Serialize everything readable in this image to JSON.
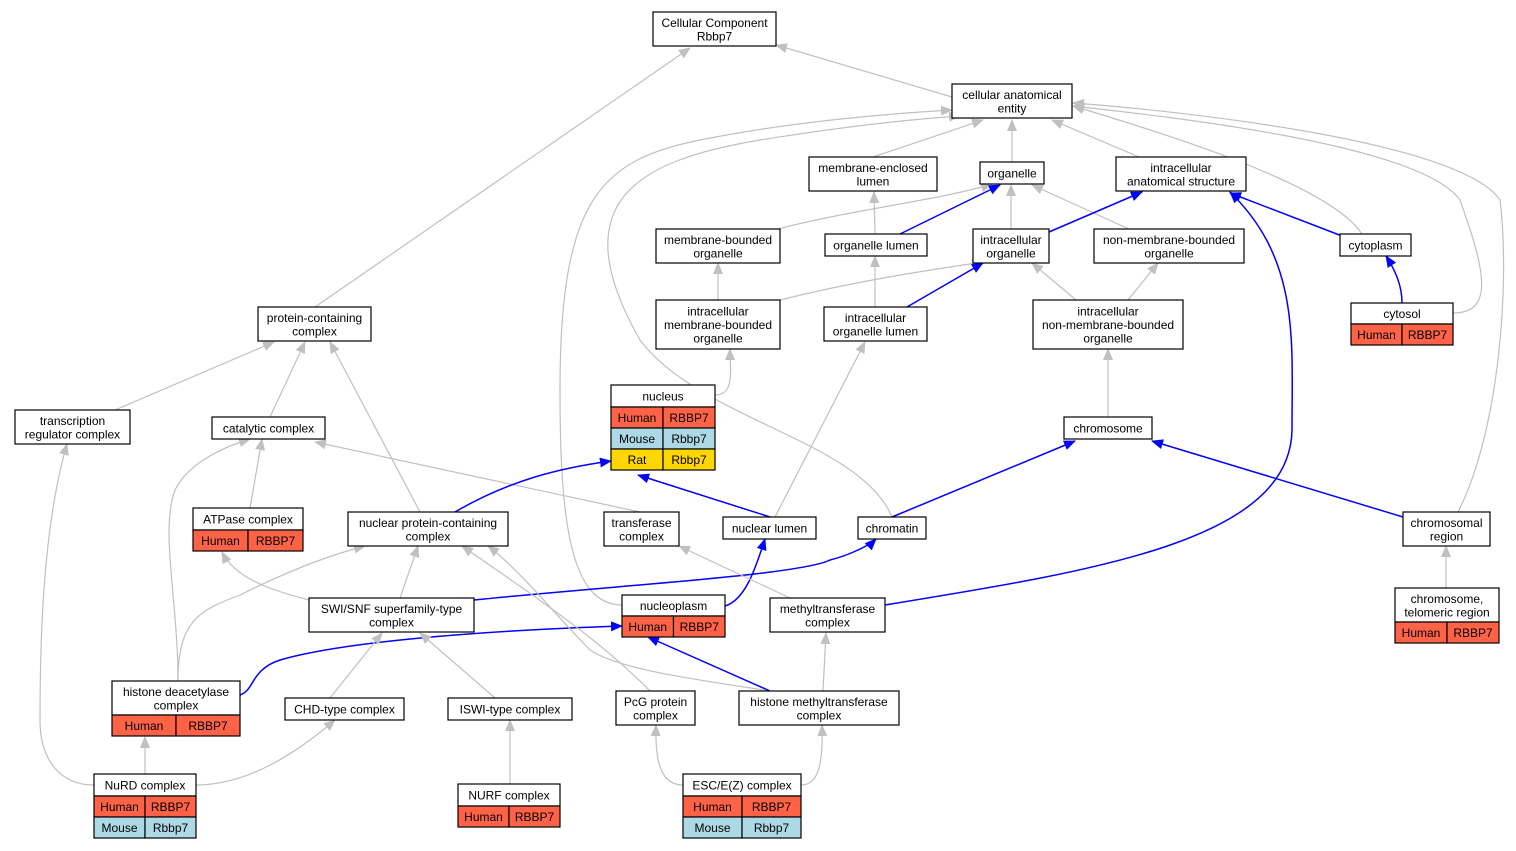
{
  "colors": {
    "edge_gray": "#c0c0c0",
    "edge_blue": "#0000ff",
    "human": "#ff6347",
    "mouse": "#add8e6",
    "rat": "#ffd700",
    "node_border": "#000000",
    "node_fill": "#ffffff"
  },
  "nodes": [
    {
      "id": "cc",
      "lines": [
        "Cellular Component",
        "Rbbp7"
      ]
    },
    {
      "id": "cae",
      "lines": [
        "cellular anatomical",
        "entity"
      ]
    },
    {
      "id": "mel",
      "lines": [
        "membrane-enclosed",
        "lumen"
      ]
    },
    {
      "id": "org",
      "lines": [
        "organelle"
      ]
    },
    {
      "id": "ias",
      "lines": [
        "intracellular",
        "anatomical structure"
      ]
    },
    {
      "id": "mbo",
      "lines": [
        "membrane-bounded",
        "organelle"
      ]
    },
    {
      "id": "ol",
      "lines": [
        "organelle lumen"
      ]
    },
    {
      "id": "io",
      "lines": [
        "intracellular",
        "organelle"
      ]
    },
    {
      "id": "nmbo",
      "lines": [
        "non-membrane-bounded",
        "organelle"
      ]
    },
    {
      "id": "cyto",
      "lines": [
        "cytoplasm"
      ]
    },
    {
      "id": "pcc",
      "lines": [
        "protein-containing",
        "complex"
      ]
    },
    {
      "id": "imbo",
      "lines": [
        "intracellular",
        "membrane-bounded",
        "organelle"
      ]
    },
    {
      "id": "iol",
      "lines": [
        "intracellular",
        "organelle lumen"
      ]
    },
    {
      "id": "inmbo",
      "lines": [
        "intracellular",
        "non-membrane-bounded",
        "organelle"
      ]
    },
    {
      "id": "cytosol",
      "lines": [
        "cytosol"
      ],
      "rows": [
        [
          "Human",
          "RBBP7"
        ]
      ]
    },
    {
      "id": "trc",
      "lines": [
        "transcription",
        "regulator complex"
      ]
    },
    {
      "id": "catc",
      "lines": [
        "catalytic complex"
      ]
    },
    {
      "id": "nucleus",
      "lines": [
        "nucleus"
      ],
      "rows": [
        [
          "Human",
          "RBBP7"
        ],
        [
          "Mouse",
          "Rbbp7"
        ],
        [
          "Rat",
          "Rbbp7"
        ]
      ]
    },
    {
      "id": "chrom",
      "lines": [
        "chromosome"
      ]
    },
    {
      "id": "atp",
      "lines": [
        "ATPase complex"
      ],
      "rows": [
        [
          "Human",
          "RBBP7"
        ]
      ]
    },
    {
      "id": "npcc",
      "lines": [
        "nuclear protein-containing",
        "complex"
      ]
    },
    {
      "id": "trans",
      "lines": [
        "transferase",
        "complex"
      ]
    },
    {
      "id": "nl",
      "lines": [
        "nuclear lumen"
      ]
    },
    {
      "id": "chromatin",
      "lines": [
        "chromatin"
      ]
    },
    {
      "id": "cr",
      "lines": [
        "chromosomal",
        "region"
      ]
    },
    {
      "id": "swi",
      "lines": [
        "SWI/SNF superfamily-type",
        "complex"
      ]
    },
    {
      "id": "nucleoplasm",
      "lines": [
        "nucleoplasm"
      ],
      "rows": [
        [
          "Human",
          "RBBP7"
        ]
      ]
    },
    {
      "id": "mtc",
      "lines": [
        "methyltransferase",
        "complex"
      ]
    },
    {
      "id": "ctr",
      "lines": [
        "chromosome,",
        "telomeric region"
      ],
      "rows": [
        [
          "Human",
          "RBBP7"
        ]
      ]
    },
    {
      "id": "hdac",
      "lines": [
        "histone deacetylase",
        "complex"
      ],
      "rows": [
        [
          "Human",
          "RBBP7"
        ]
      ]
    },
    {
      "id": "chd",
      "lines": [
        "CHD-type complex"
      ]
    },
    {
      "id": "iswi",
      "lines": [
        "ISWI-type complex"
      ]
    },
    {
      "id": "pcg",
      "lines": [
        "PcG protein",
        "complex"
      ]
    },
    {
      "id": "hmt",
      "lines": [
        "histone methyltransferase",
        "complex"
      ]
    },
    {
      "id": "nurd",
      "lines": [
        "NuRD complex"
      ],
      "rows": [
        [
          "Human",
          "RBBP7"
        ],
        [
          "Mouse",
          "Rbbp7"
        ]
      ]
    },
    {
      "id": "nurf",
      "lines": [
        "NURF complex"
      ],
      "rows": [
        [
          "Human",
          "RBBP7"
        ]
      ]
    },
    {
      "id": "esc",
      "lines": [
        "ESC/E(Z) complex"
      ],
      "rows": [
        [
          "Human",
          "RBBP7"
        ],
        [
          "Mouse",
          "Rbbp7"
        ]
      ]
    }
  ],
  "edges": [
    {
      "from": "cae",
      "to": "cc",
      "type": "is_a"
    },
    {
      "from": "pcc",
      "to": "cc",
      "type": "is_a"
    },
    {
      "from": "mel",
      "to": "cae",
      "type": "is_a"
    },
    {
      "from": "org",
      "to": "cae",
      "type": "is_a"
    },
    {
      "from": "ias",
      "to": "cae",
      "type": "is_a"
    },
    {
      "from": "cyto",
      "to": "cae",
      "type": "is_a"
    },
    {
      "from": "cytosol",
      "to": "cae",
      "type": "is_a"
    },
    {
      "from": "cr",
      "to": "cae",
      "type": "is_a"
    },
    {
      "from": "nucleoplasm",
      "to": "cae",
      "type": "is_a"
    },
    {
      "from": "chromatin",
      "to": "cae",
      "type": "is_a"
    },
    {
      "from": "mbo",
      "to": "org",
      "type": "is_a"
    },
    {
      "from": "io",
      "to": "org",
      "type": "is_a"
    },
    {
      "from": "nmbo",
      "to": "org",
      "type": "is_a"
    },
    {
      "from": "ol",
      "to": "mel",
      "type": "is_a"
    },
    {
      "from": "ol",
      "to": "org",
      "type": "part_of"
    },
    {
      "from": "io",
      "to": "ias",
      "type": "part_of"
    },
    {
      "from": "cyto",
      "to": "ias",
      "type": "part_of"
    },
    {
      "from": "imbo",
      "to": "mbo",
      "type": "is_a"
    },
    {
      "from": "imbo",
      "to": "io",
      "type": "is_a"
    },
    {
      "from": "iol",
      "to": "ol",
      "type": "is_a"
    },
    {
      "from": "iol",
      "to": "io",
      "type": "part_of"
    },
    {
      "from": "inmbo",
      "to": "io",
      "type": "is_a"
    },
    {
      "from": "inmbo",
      "to": "nmbo",
      "type": "is_a"
    },
    {
      "from": "cytosol",
      "to": "cyto",
      "type": "part_of"
    },
    {
      "from": "trc",
      "to": "pcc",
      "type": "is_a"
    },
    {
      "from": "catc",
      "to": "pcc",
      "type": "is_a"
    },
    {
      "from": "npcc",
      "to": "pcc",
      "type": "is_a"
    },
    {
      "from": "nucleus",
      "to": "imbo",
      "type": "is_a"
    },
    {
      "from": "chrom",
      "to": "inmbo",
      "type": "is_a"
    },
    {
      "from": "atp",
      "to": "catc",
      "type": "is_a"
    },
    {
      "from": "trans",
      "to": "catc",
      "type": "is_a"
    },
    {
      "from": "hdac",
      "to": "catc",
      "type": "is_a"
    },
    {
      "from": "npcc",
      "to": "nucleus",
      "type": "part_of"
    },
    {
      "from": "nl",
      "to": "nucleus",
      "type": "part_of"
    },
    {
      "from": "nl",
      "to": "iol",
      "type": "is_a"
    },
    {
      "from": "chromatin",
      "to": "chrom",
      "type": "part_of"
    },
    {
      "from": "cr",
      "to": "chrom",
      "type": "part_of"
    },
    {
      "from": "swi",
      "to": "atp",
      "type": "is_a"
    },
    {
      "from": "swi",
      "to": "npcc",
      "type": "is_a"
    },
    {
      "from": "swi",
      "to": "chromatin",
      "type": "part_of"
    },
    {
      "from": "nucleoplasm",
      "to": "nl",
      "type": "part_of"
    },
    {
      "from": "mtc",
      "to": "trans",
      "type": "is_a"
    },
    {
      "from": "mtc",
      "to": "ias",
      "type": "part_of"
    },
    {
      "from": "ctr",
      "to": "cr",
      "type": "is_a"
    },
    {
      "from": "hdac",
      "to": "npcc",
      "type": "is_a"
    },
    {
      "from": "hdac",
      "to": "nucleoplasm",
      "type": "part_of"
    },
    {
      "from": "chd",
      "to": "swi",
      "type": "is_a"
    },
    {
      "from": "iswi",
      "to": "swi",
      "type": "is_a"
    },
    {
      "from": "pcg",
      "to": "npcc",
      "type": "is_a"
    },
    {
      "from": "hmt",
      "to": "npcc",
      "type": "is_a"
    },
    {
      "from": "hmt",
      "to": "mtc",
      "type": "is_a"
    },
    {
      "from": "hmt",
      "to": "nucleoplasm",
      "type": "part_of"
    },
    {
      "from": "nurd",
      "to": "hdac",
      "type": "is_a"
    },
    {
      "from": "nurd",
      "to": "chd",
      "type": "is_a"
    },
    {
      "from": "nurd",
      "to": "trc",
      "type": "is_a"
    },
    {
      "from": "nurf",
      "to": "iswi",
      "type": "is_a"
    },
    {
      "from": "esc",
      "to": "pcg",
      "type": "is_a"
    },
    {
      "from": "esc",
      "to": "hmt",
      "type": "is_a"
    }
  ]
}
